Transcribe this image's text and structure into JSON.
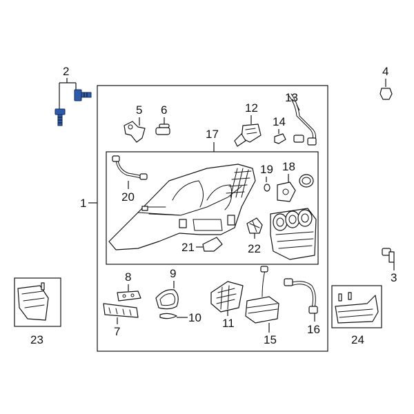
{
  "callouts": {
    "c1": "1",
    "c2": "2",
    "c3": "3",
    "c4": "4",
    "c5": "5",
    "c6": "6",
    "c7": "7",
    "c8": "8",
    "c9": "9",
    "c10": "10",
    "c11": "11",
    "c12": "12",
    "c13": "13",
    "c14": "14",
    "c15": "15",
    "c16": "16",
    "c17": "17",
    "c18": "18",
    "c19": "19",
    "c20": "20",
    "c21": "21",
    "c22": "22",
    "c23": "23",
    "c24": "24"
  },
  "colors": {
    "highlight": "#2f5aa8",
    "line": "#111111"
  }
}
